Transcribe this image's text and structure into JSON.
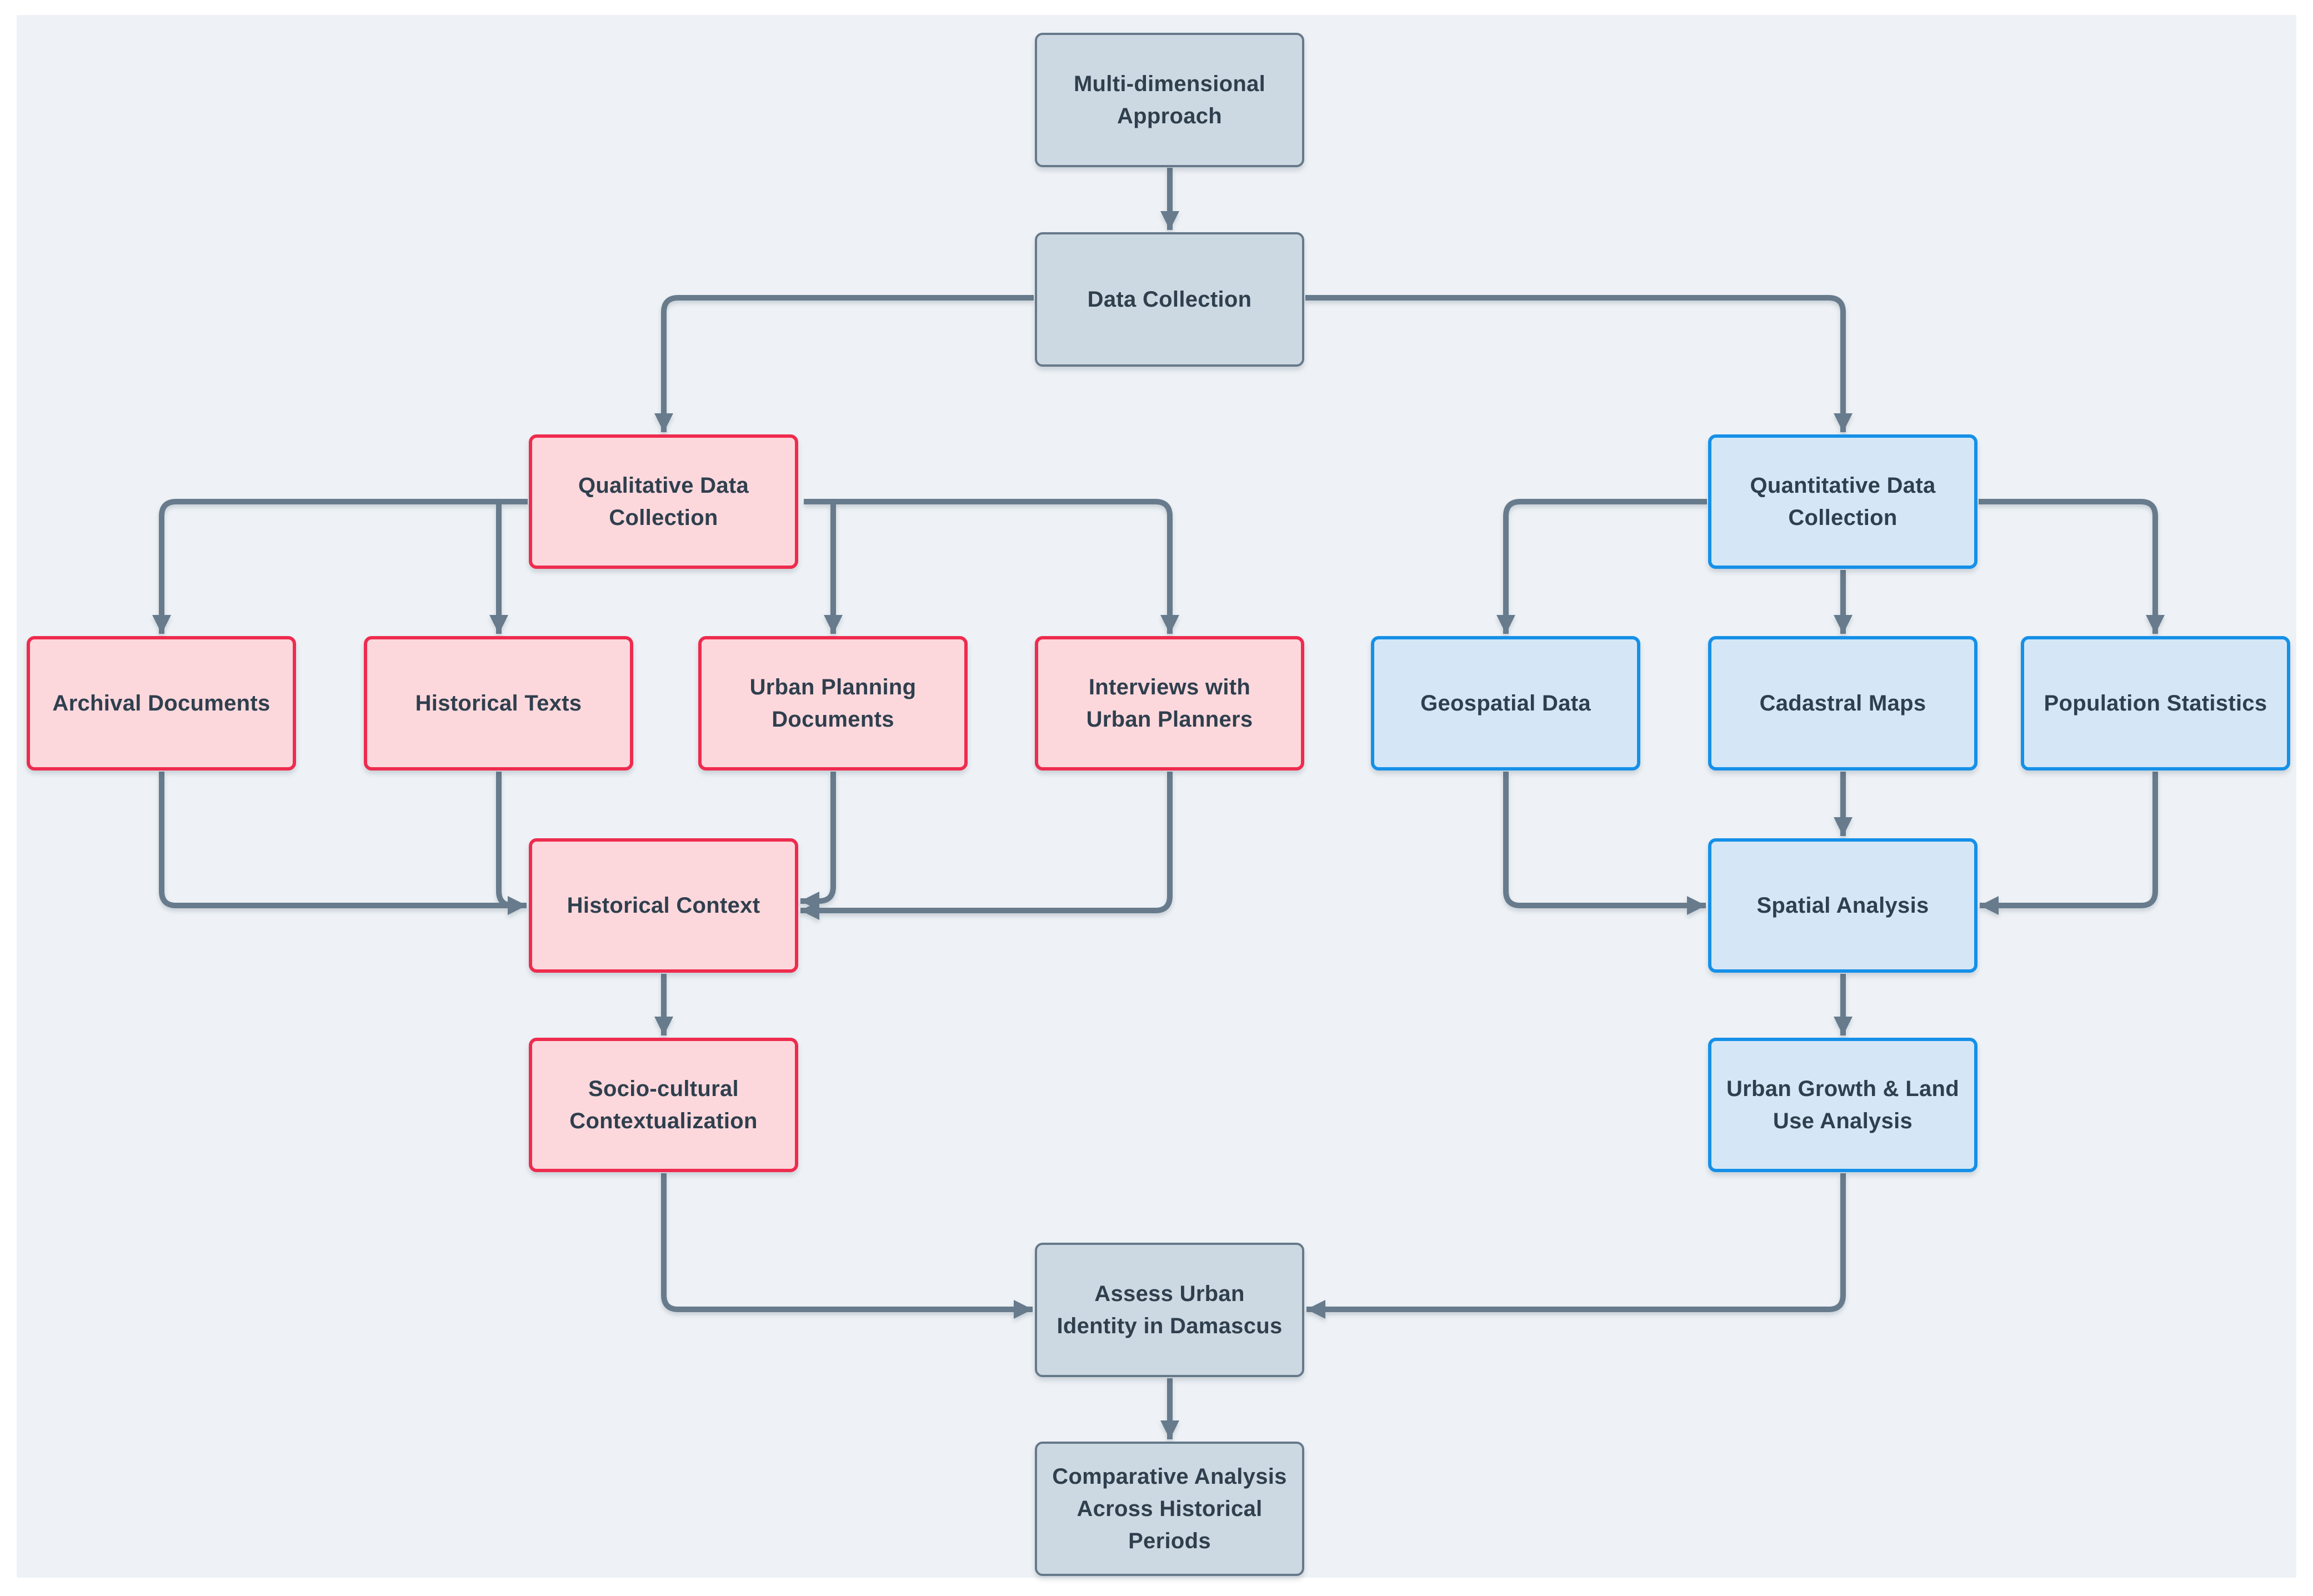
{
  "diagram": {
    "type": "flowchart",
    "direction": "top-down",
    "colors": {
      "canvas_background": "#eef2f6",
      "page_background": "#ffffff",
      "default_node_fill": "#cdd9e2",
      "default_node_border": "#66798a",
      "qualitative_node_fill": "#fcd8dd",
      "qualitative_node_border": "#ee2b4e",
      "quantitative_node_fill": "#d5e7f6",
      "quantitative_node_border": "#1590e8",
      "arrow": "#677b8c",
      "text": "#2f3f4d"
    },
    "nodes": {
      "multi": {
        "label": "Multi-dimensional\nApproach",
        "style": "default"
      },
      "data_collection": {
        "label": "Data Collection",
        "style": "default"
      },
      "qualitative": {
        "label": "Qualitative Data\nCollection",
        "style": "qualitative"
      },
      "quantitative": {
        "label": "Quantitative Data\nCollection",
        "style": "quantitative"
      },
      "archival": {
        "label": "Archival Documents",
        "style": "qualitative"
      },
      "historical_texts": {
        "label": "Historical Texts",
        "style": "qualitative"
      },
      "urban_planning": {
        "label": "Urban Planning\nDocuments",
        "style": "qualitative"
      },
      "interviews": {
        "label": "Interviews with\nUrban Planners",
        "style": "qualitative"
      },
      "geospatial": {
        "label": "Geospatial Data",
        "style": "quantitative"
      },
      "cadastral": {
        "label": "Cadastral Maps",
        "style": "quantitative"
      },
      "population": {
        "label": "Population Statistics",
        "style": "quantitative"
      },
      "historical_context": {
        "label": "Historical Context",
        "style": "qualitative"
      },
      "spatial_analysis": {
        "label": "Spatial Analysis",
        "style": "quantitative"
      },
      "socio_cultural": {
        "label": "Socio-cultural\nContextualization",
        "style": "qualitative"
      },
      "urban_growth": {
        "label": "Urban Growth & Land\nUse Analysis",
        "style": "quantitative"
      },
      "assess": {
        "label": "Assess Urban\nIdentity in Damascus",
        "style": "default"
      },
      "comparative": {
        "label": "Comparative Analysis\nAcross Historical\nPeriods",
        "style": "default"
      }
    },
    "edges": [
      {
        "from": "multi",
        "to": "data_collection"
      },
      {
        "from": "data_collection",
        "to": "qualitative"
      },
      {
        "from": "data_collection",
        "to": "quantitative"
      },
      {
        "from": "qualitative",
        "to": "archival"
      },
      {
        "from": "qualitative",
        "to": "historical_texts"
      },
      {
        "from": "qualitative",
        "to": "urban_planning"
      },
      {
        "from": "qualitative",
        "to": "interviews"
      },
      {
        "from": "quantitative",
        "to": "geospatial"
      },
      {
        "from": "quantitative",
        "to": "cadastral"
      },
      {
        "from": "quantitative",
        "to": "population"
      },
      {
        "from": "archival",
        "to": "historical_context"
      },
      {
        "from": "historical_texts",
        "to": "historical_context"
      },
      {
        "from": "urban_planning",
        "to": "historical_context"
      },
      {
        "from": "interviews",
        "to": "historical_context"
      },
      {
        "from": "geospatial",
        "to": "spatial_analysis"
      },
      {
        "from": "cadastral",
        "to": "spatial_analysis"
      },
      {
        "from": "population",
        "to": "spatial_analysis"
      },
      {
        "from": "historical_context",
        "to": "socio_cultural"
      },
      {
        "from": "spatial_analysis",
        "to": "urban_growth"
      },
      {
        "from": "socio_cultural",
        "to": "assess"
      },
      {
        "from": "urban_growth",
        "to": "assess"
      },
      {
        "from": "assess",
        "to": "comparative"
      }
    ]
  }
}
